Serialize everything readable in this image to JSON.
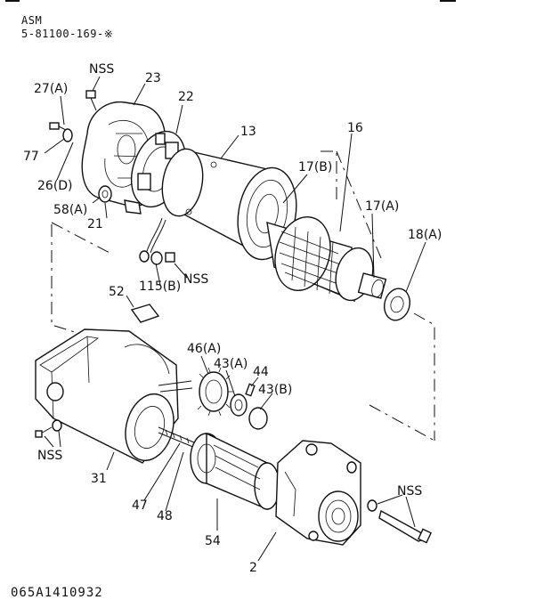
{
  "header": {
    "title": "ASM",
    "code": "5-81100-169-※"
  },
  "footer": {
    "drawing_number": "065A1410932"
  },
  "callouts": {
    "c27a": "27(A)",
    "nss_top": "NSS",
    "c23": "23",
    "c22": "22",
    "c13": "13",
    "c16": "16",
    "c17b": "17(B)",
    "c17a": "17(A)",
    "c18a": "18(A)",
    "c77": "77",
    "c26d": "26(D)",
    "c58a": "58(A)",
    "c21": "21",
    "c115b": "115(B)",
    "nss_mid": "NSS",
    "c52": "52",
    "c46a": "46(A)",
    "c43a": "43(A)",
    "c44": "44",
    "c43b": "43(B)",
    "nss_left": "NSS",
    "c31": "31",
    "c47": "47",
    "c48": "48",
    "c54": "54",
    "c2": "2",
    "nss_right": "NSS"
  }
}
